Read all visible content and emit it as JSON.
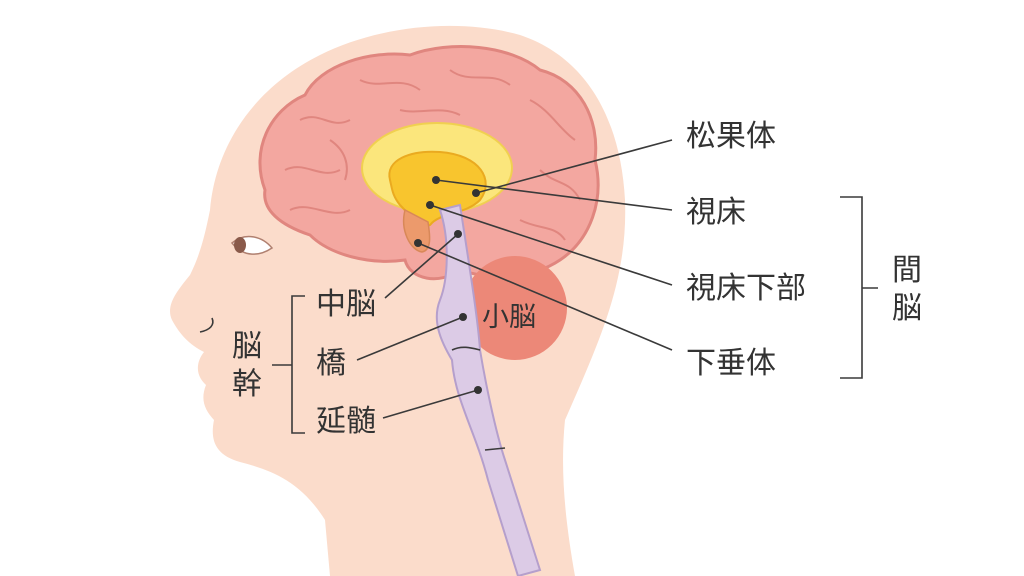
{
  "colors": {
    "skin": "#fbdccb",
    "brain": "#f3a7a0",
    "brain_stroke": "#e0867f",
    "cerebellum": "#ec8878",
    "thalamus_outer": "#fbe67c",
    "thalamus_inner": "#f8c52e",
    "pituitary": "#ec9a6c",
    "brainstem": "#dccbe6",
    "brainstem_stroke": "#b59fcc",
    "text": "#333333"
  },
  "labels": {
    "pineal": "松果体",
    "thalamus": "視床",
    "hypothalamus": "視床下部",
    "pituitary": "下垂体",
    "diencephalon_1": "間",
    "diencephalon_2": "脳",
    "midbrain": "中脳",
    "pons": "橋",
    "medulla": "延髄",
    "brainstem_1": "脳",
    "brainstem_2": "幹",
    "cerebellum": "小脳"
  }
}
